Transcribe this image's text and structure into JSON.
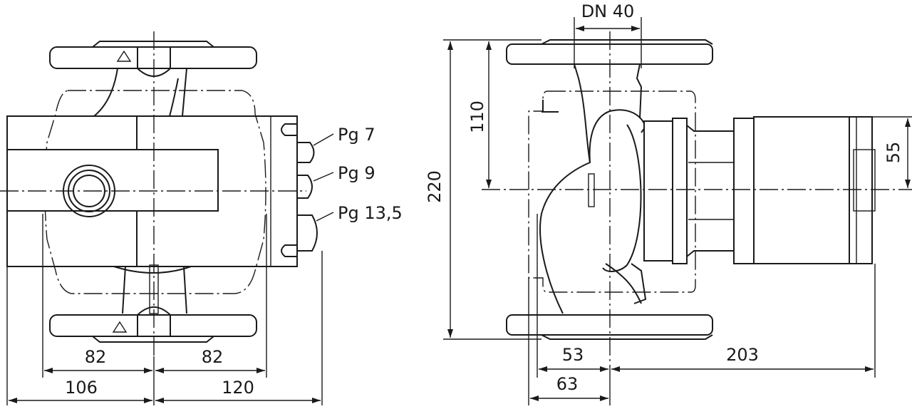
{
  "figure": {
    "cable_glands": [
      "Pg 7",
      "Pg 9",
      "Pg 13,5"
    ],
    "nominal_diameter": "DN 40",
    "front_view_dims": {
      "half_width_left": "82",
      "half_width_right": "82",
      "overall_left": "106",
      "overall_right": "120"
    },
    "side_view_dims": {
      "flange_to_flange": "220",
      "flange_to_axis": "110",
      "motor_axis_offset": "55",
      "axis_to_back_inner": "53",
      "axis_to_back_outer": "63",
      "axis_to_motor_end": "203"
    },
    "flow_direction_symbol": "triangle"
  }
}
